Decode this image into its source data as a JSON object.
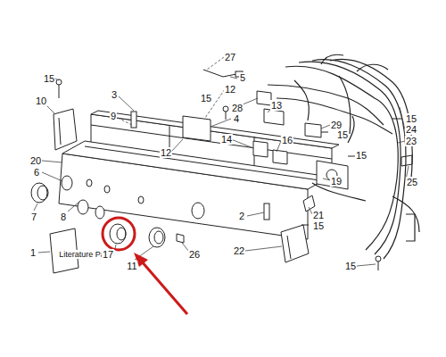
{
  "diagram": {
    "labels": [
      "27",
      "15",
      "5",
      "12",
      "10",
      "3",
      "15",
      "28",
      "13",
      "4",
      "9",
      "15",
      "29",
      "24",
      "15",
      "14",
      "16",
      "23",
      "12",
      "20",
      "15",
      "6",
      "19",
      "25",
      "7",
      "8",
      "21",
      "2",
      "15",
      "1",
      "Literature Parts",
      "17",
      "22",
      "26",
      "11",
      "15"
    ]
  }
}
